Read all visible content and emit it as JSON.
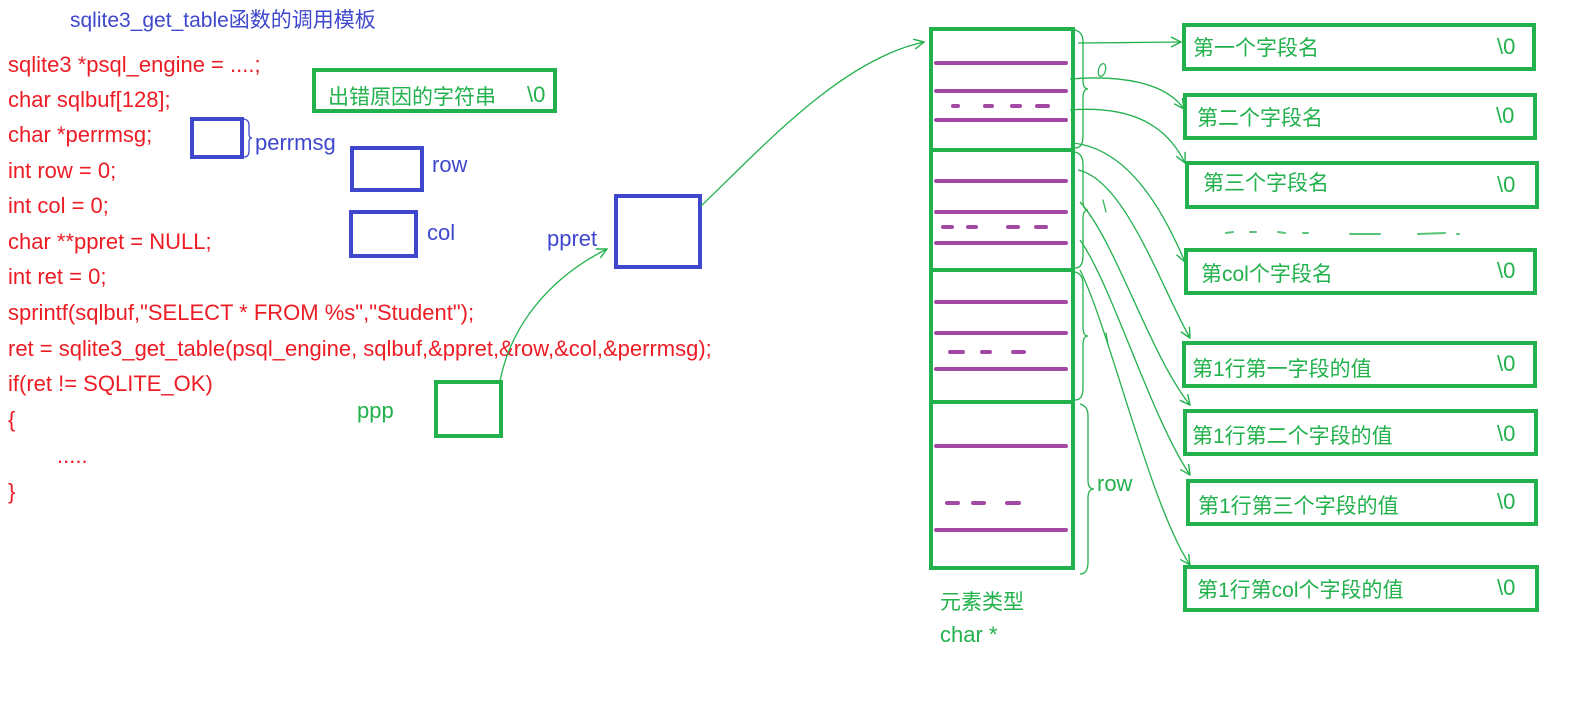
{
  "title": "sqlite3_get_table函数的调用模板",
  "code": {
    "lines": [
      "sqlite3 *psql_engine = ....;",
      "char sqlbuf[128];",
      "char *perrmsg;",
      "int row = 0;",
      "int col = 0;",
      "char **ppret = NULL;",
      "int ret = 0;",
      "sprintf(sqlbuf,\"SELECT * FROM %s\",\"Student\");",
      "ret = sqlite3_get_table(psql_engine, sqlbuf,&ppret,&row,&col,&perrmsg);",
      "if(ret != SQLITE_OK)",
      "{",
      ".....",
      "}"
    ]
  },
  "variables": {
    "perrmsg_label": "perrmsg",
    "row_label": "row",
    "col_label": "col",
    "ppret_label": "ppret",
    "ppp_label": "ppp"
  },
  "error_string": {
    "text": "出错原因的字符串",
    "terminator": "\\0"
  },
  "result_array": {
    "row_label": "row",
    "element_type_caption": "元素类型",
    "element_type": "char *"
  },
  "strings": [
    {
      "text": "第一个字段名",
      "terminator": "\\0"
    },
    {
      "text": "第二个字段名",
      "terminator": "\\0"
    },
    {
      "text": "第三个字段名",
      "terminator": "\\0"
    },
    {
      "text": "第col个字段名",
      "terminator": "\\0"
    },
    {
      "text": "第1行第一字段的值",
      "terminator": "\\0"
    },
    {
      "text": "第1行第二个字段的值",
      "terminator": "\\0"
    },
    {
      "text": "第1行第三个字段的值",
      "terminator": "\\0"
    },
    {
      "text": "第1行第col个字段的值",
      "terminator": "\\0"
    }
  ],
  "colors": {
    "code_text": "#ed1c24",
    "variable_blue": "#3f48cc",
    "pointer_green": "#22b14c",
    "slot_purple": "#a349a4"
  }
}
